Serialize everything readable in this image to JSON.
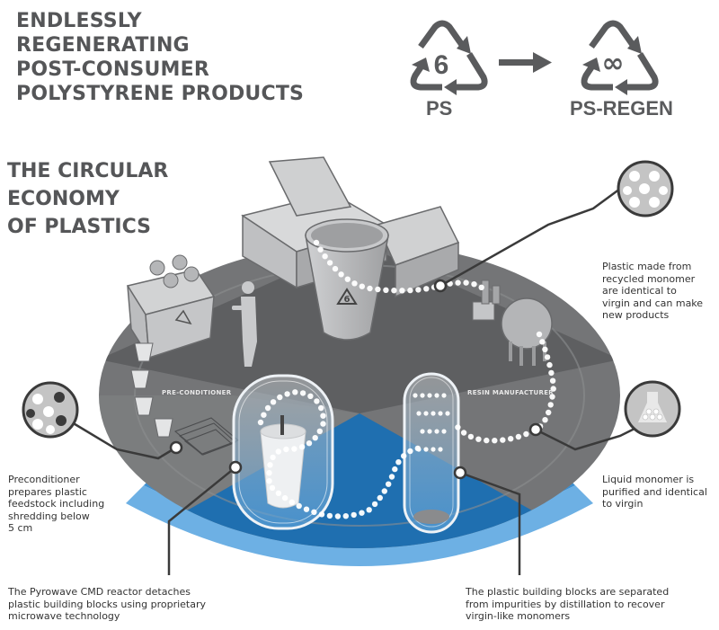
{
  "header": {
    "title_lines": [
      "ENDLESSLY",
      "REGENERATING",
      "POST-CONSUMER",
      "POLYSTYRENE PRODUCTS"
    ],
    "symbols": {
      "from": {
        "icon": "recycle-code-6-icon",
        "inner_text": "6",
        "label": "PS"
      },
      "arrow": "right-arrow-icon",
      "to": {
        "icon": "recycle-infinity-icon",
        "inner_text": "∞",
        "label": "PS-REGEN"
      }
    }
  },
  "subtitle_lines": [
    "THE CIRCULAR",
    "ECONOMY",
    "OF PLASTICS"
  ],
  "diagram": {
    "section_labels": {
      "preconditioner": "PRE-CONDITIONER",
      "resin_manufacturer": "RESIN MANUFACTURER"
    },
    "cup_code": "6",
    "colors": {
      "platform_dark": "#5e5f61",
      "platform_mid": "#747577",
      "platform_light": "#8a8b8d",
      "blue_dark": "#1f6fb0",
      "blue_mid": "#3d8fd0",
      "blue_light": "#6db0e4",
      "callout_line": "#3a3a3a",
      "bubble_fill": "#c4c4c4"
    }
  },
  "callouts": {
    "recycled_products": {
      "icon": "molecule-lattice-icon",
      "lines": [
        "Plastic made from",
        "recycled monomer",
        "are identical to",
        "virgin and can make",
        "new products"
      ]
    },
    "liquid_monomer": {
      "icon": "flask-icon",
      "lines": [
        "Liquid monomer is",
        "purified and identical",
        "to virgin"
      ]
    },
    "preconditioner": {
      "icon": "mixed-molecule-icon",
      "lines": [
        "Preconditioner",
        "prepares plastic",
        "feedstock including",
        "shredding below",
        "5 cm"
      ]
    },
    "reactor": {
      "lines": [
        "The Pyrowave CMD reactor detaches",
        "plastic building blocks using proprietary",
        "microwave technology"
      ]
    },
    "distillation": {
      "lines": [
        "The plastic building blocks are separated",
        "from impurities by distillation to recover",
        "virgin-like monomers"
      ]
    }
  }
}
